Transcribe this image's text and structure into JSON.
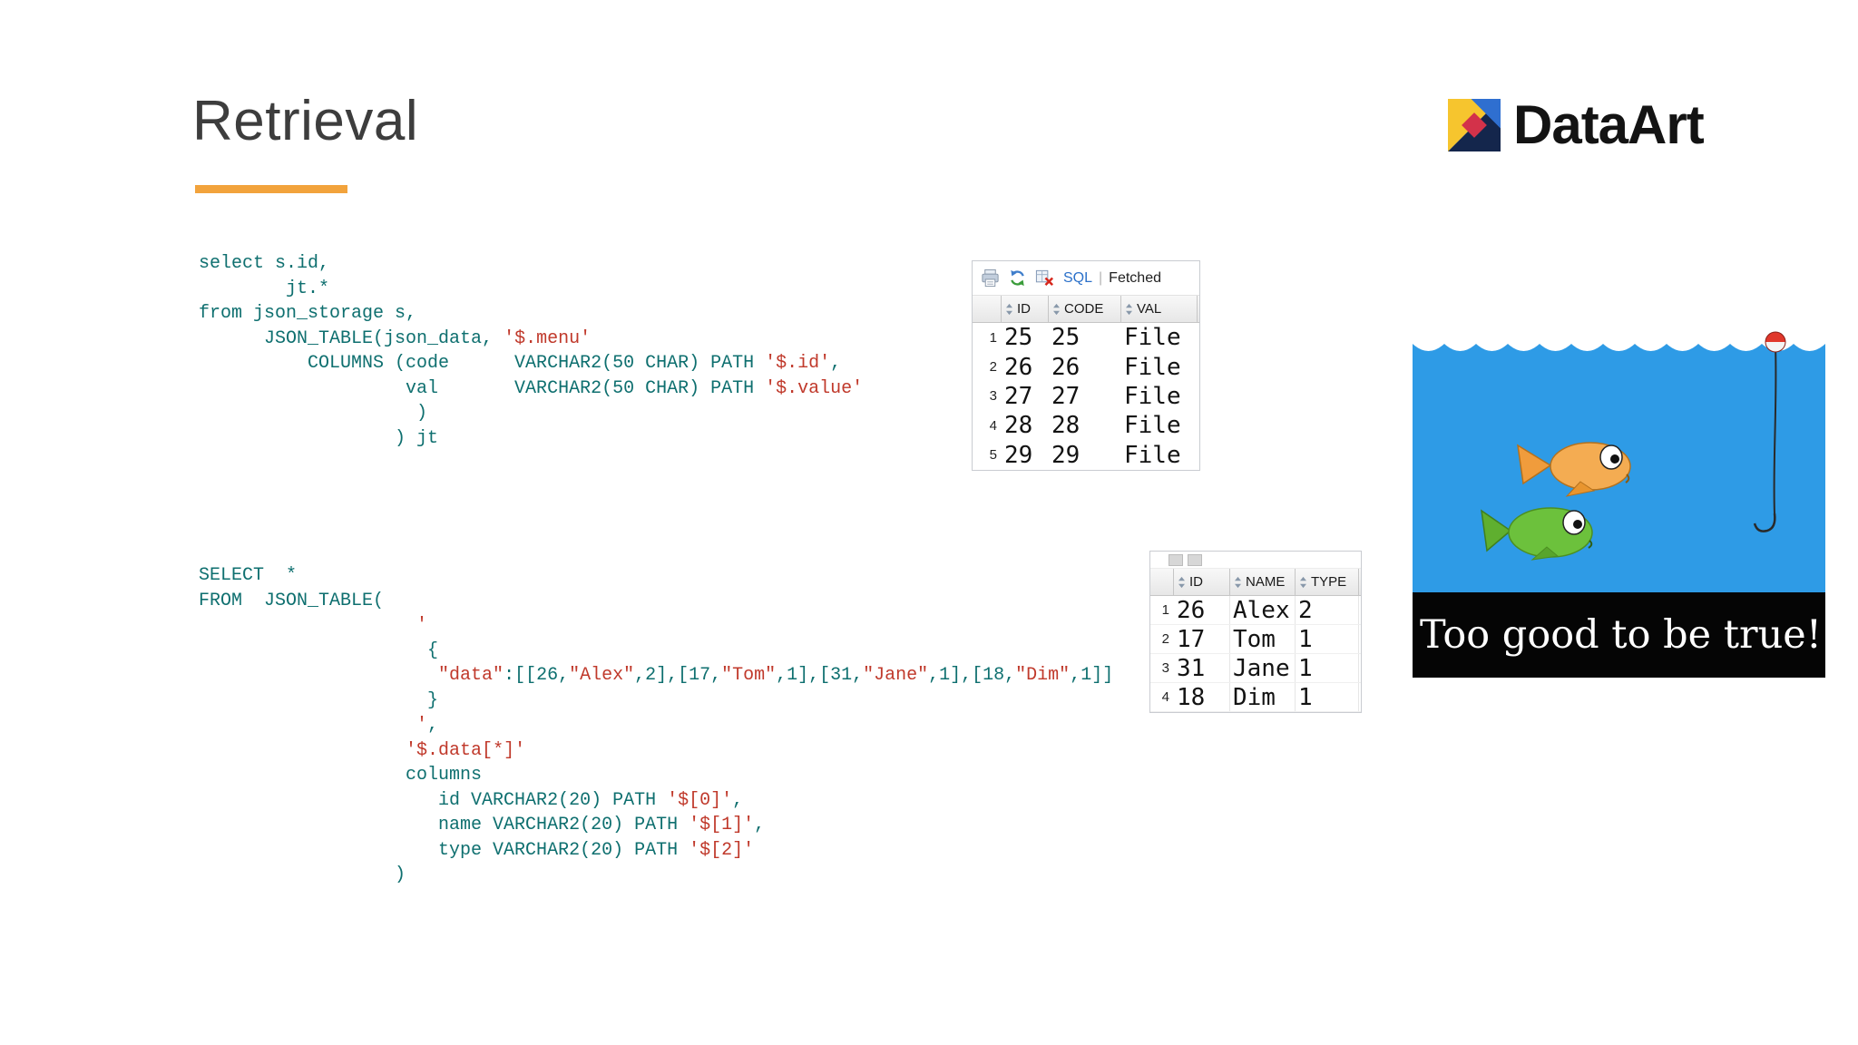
{
  "slide": {
    "title": "Retrieval"
  },
  "logo": {
    "text": "DataArt",
    "icon": "dataart-logo-icon"
  },
  "colors": {
    "accent_orange": "#F2A33C",
    "code_teal": "#0E6F6F",
    "code_string_red": "#C0392B",
    "sql_link_blue": "#2B70C9",
    "water_blue": "#2E9BE6"
  },
  "code1": {
    "lines": [
      [
        [
          "c",
          "select s.id,"
        ]
      ],
      [
        [
          "c",
          "        jt.*"
        ]
      ],
      [
        [
          "c",
          "from json_storage s,"
        ]
      ],
      [
        [
          "c",
          "      JSON_TABLE(json_data, "
        ],
        [
          "s",
          "'$.menu'"
        ]
      ],
      [
        [
          "c",
          "          COLUMNS (code      VARCHAR2(50 CHAR) PATH "
        ],
        [
          "s",
          "'$.id'"
        ],
        [
          "c",
          ","
        ]
      ],
      [
        [
          "c",
          "                   val       VARCHAR2(50 CHAR) PATH "
        ],
        [
          "s",
          "'$.value'"
        ]
      ],
      [
        [
          "c",
          "                    )"
        ]
      ],
      [
        [
          "c",
          "                  ) jt"
        ]
      ]
    ]
  },
  "code2": {
    "lines": [
      [
        [
          "c",
          "SELECT  *"
        ]
      ],
      [
        [
          "c",
          "FROM  JSON_TABLE("
        ]
      ],
      [
        [
          "c",
          "                    "
        ],
        [
          "s",
          "'"
        ]
      ],
      [
        [
          "c",
          "                     {"
        ]
      ],
      [
        [
          "c",
          "                      "
        ],
        [
          "s",
          "\"data\""
        ],
        [
          "c",
          ":[[26,"
        ],
        [
          "s",
          "\"Alex\""
        ],
        [
          "c",
          ",2],[17,"
        ],
        [
          "s",
          "\"Tom\""
        ],
        [
          "c",
          ",1],[31,"
        ],
        [
          "s",
          "\"Jane\""
        ],
        [
          "c",
          ",1],[18,"
        ],
        [
          "s",
          "\"Dim\""
        ],
        [
          "c",
          ",1]]"
        ]
      ],
      [
        [
          "c",
          "                     }"
        ]
      ],
      [
        [
          "c",
          "                    "
        ],
        [
          "s",
          "'"
        ],
        [
          "c",
          ","
        ]
      ],
      [
        [
          "c",
          "                   "
        ],
        [
          "s",
          "'$.data[*]'"
        ]
      ],
      [
        [
          "c",
          "                   columns"
        ]
      ],
      [
        [
          "c",
          "                      id VARCHAR2(20) PATH "
        ],
        [
          "s",
          "'$[0]'"
        ],
        [
          "c",
          ","
        ]
      ],
      [
        [
          "c",
          "                      name VARCHAR2(20) PATH "
        ],
        [
          "s",
          "'$[1]'"
        ],
        [
          "c",
          ","
        ]
      ],
      [
        [
          "c",
          "                      type VARCHAR2(20) PATH "
        ],
        [
          "s",
          "'$[2]'"
        ]
      ],
      [
        [
          "c",
          "                  )"
        ]
      ]
    ]
  },
  "grid1": {
    "toolbar": {
      "icons": [
        "printer-icon",
        "refresh-icon",
        "clear-results-icon"
      ],
      "sql": "SQL",
      "sep": "|",
      "fetched": "Fetched"
    },
    "columns": [
      "ID",
      "CODE",
      "VAL"
    ],
    "rows": [
      {
        "n": "1",
        "cells": [
          "25",
          "25",
          "File"
        ]
      },
      {
        "n": "2",
        "cells": [
          "26",
          "26",
          "File"
        ]
      },
      {
        "n": "3",
        "cells": [
          "27",
          "27",
          "File"
        ]
      },
      {
        "n": "4",
        "cells": [
          "28",
          "28",
          "File"
        ]
      },
      {
        "n": "5",
        "cells": [
          "29",
          "29",
          "File"
        ]
      }
    ]
  },
  "grid2": {
    "columns": [
      "ID",
      "NAME",
      "TYPE"
    ],
    "rows": [
      {
        "n": "1",
        "cells": [
          "26",
          "Alex",
          "2"
        ]
      },
      {
        "n": "2",
        "cells": [
          "17",
          "Tom",
          "1"
        ]
      },
      {
        "n": "3",
        "cells": [
          "31",
          "Jane",
          "1"
        ]
      },
      {
        "n": "4",
        "cells": [
          "18",
          "Dim",
          "1"
        ]
      }
    ]
  },
  "meme": {
    "caption": "Too good to be true!"
  }
}
